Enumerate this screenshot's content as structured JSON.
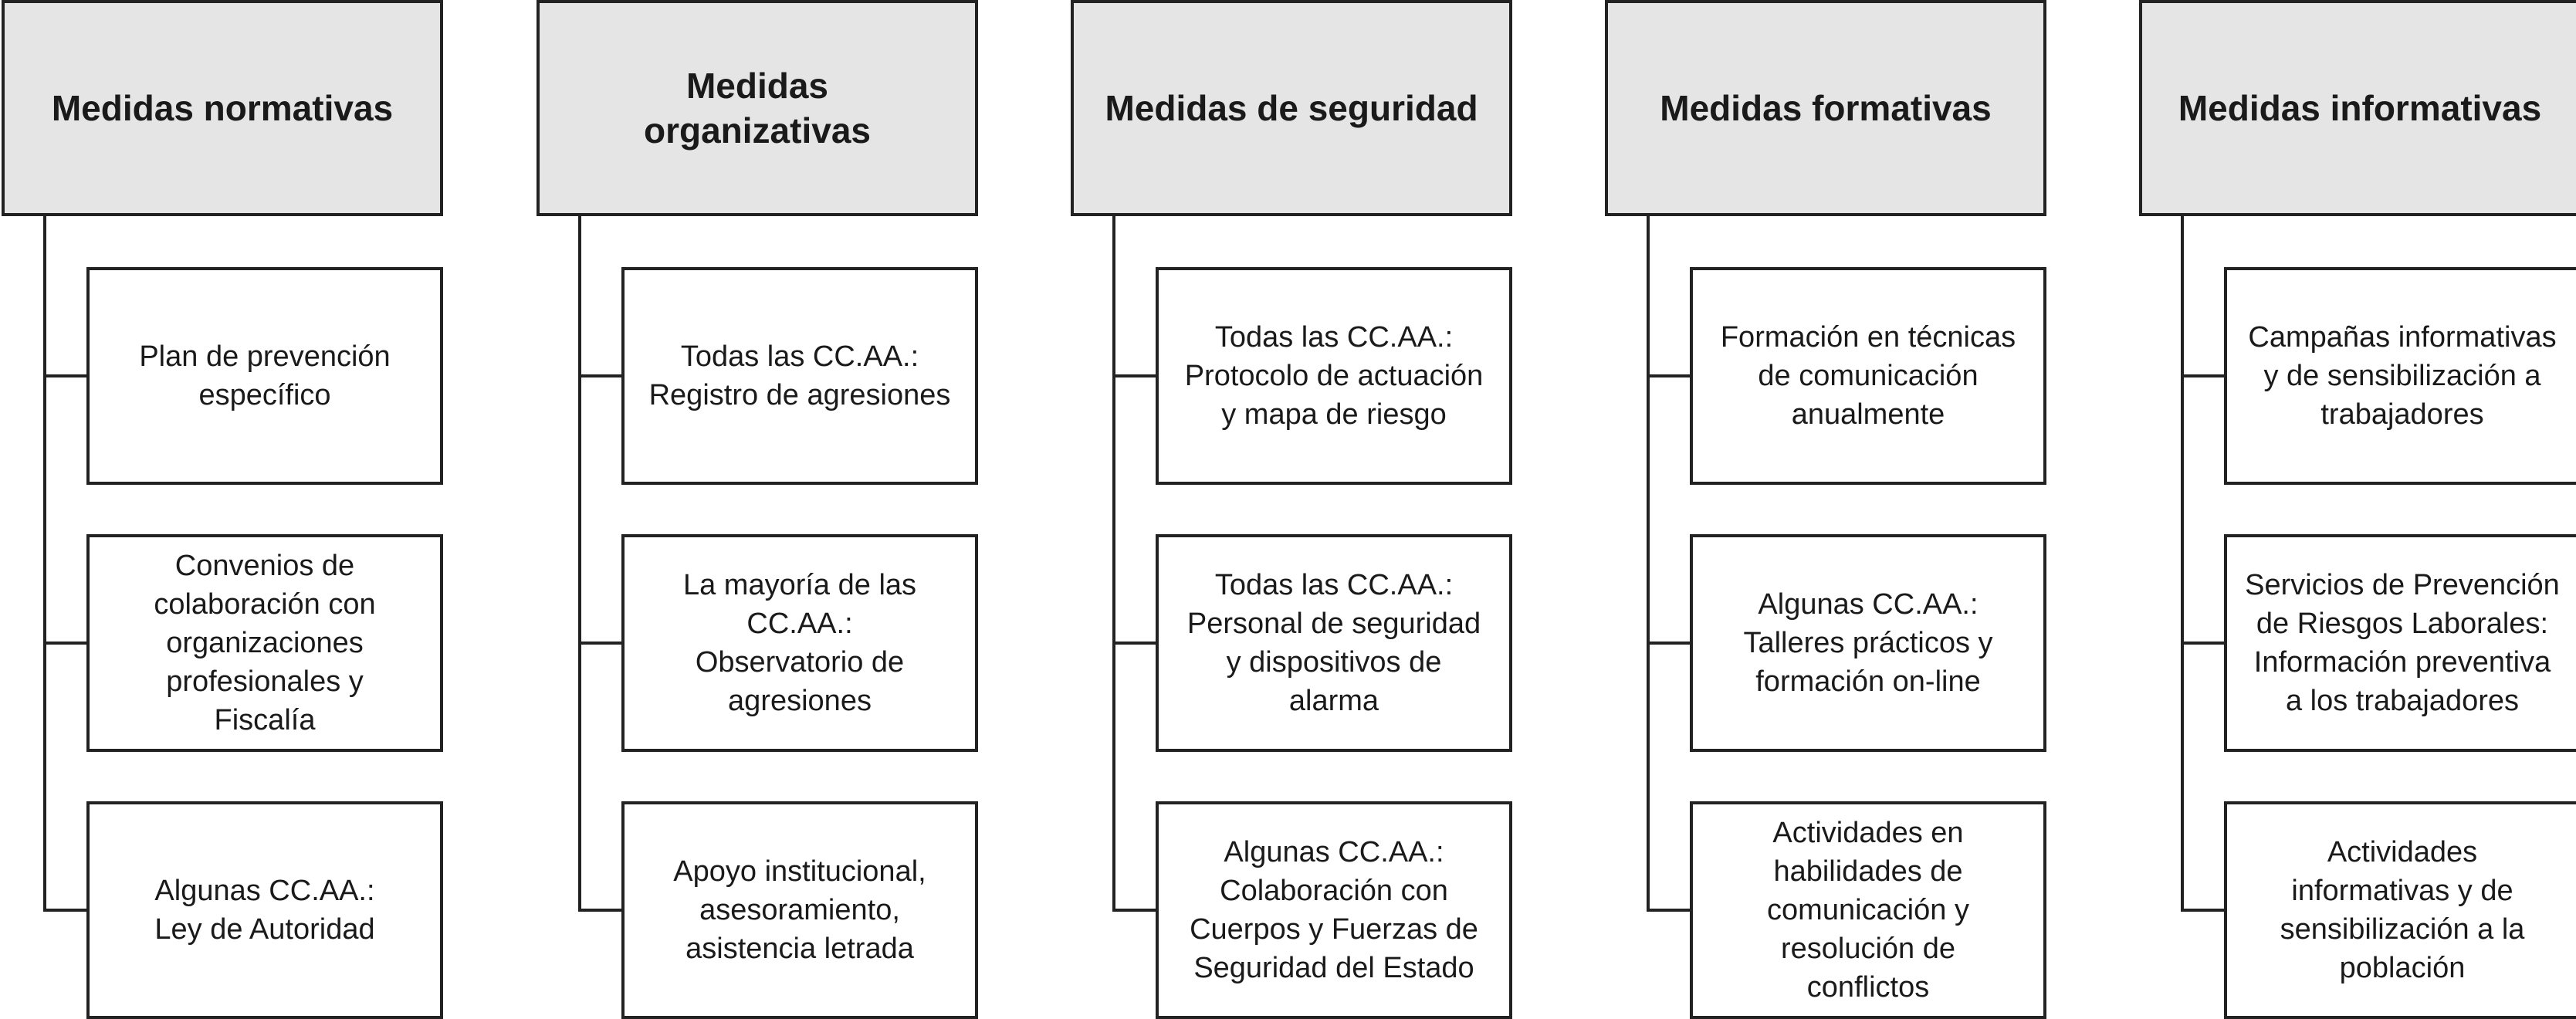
{
  "columns": [
    {
      "title": "Medidas normativas",
      "items": [
        [
          "Plan de prevención",
          "específico"
        ],
        [
          "Convenios de",
          "colaboración con",
          "organizaciones",
          "profesionales y",
          "Fiscalía"
        ],
        [
          "Algunas CC.AA.:",
          "Ley de Autoridad"
        ]
      ]
    },
    {
      "title": "Medidas organizativas",
      "title_lines": [
        "Medidas",
        "organizativas"
      ],
      "items": [
        [
          "Todas las CC.AA.:",
          "Registro de agresiones"
        ],
        [
          "La mayoría de las",
          "CC.AA.:",
          "Observatorio de",
          "agresiones"
        ],
        [
          "Apoyo institucional,",
          "asesoramiento,",
          "asistencia letrada"
        ]
      ]
    },
    {
      "title": "Medidas de seguridad",
      "items": [
        [
          "Todas las CC.AA.:",
          "Protocolo de actuación",
          "y mapa de riesgo"
        ],
        [
          "Todas las CC.AA.:",
          "Personal de seguridad",
          "y dispositivos de",
          "alarma"
        ],
        [
          "Algunas CC.AA.:",
          "Colaboración con",
          "Cuerpos y Fuerzas de",
          "Seguridad del Estado"
        ]
      ]
    },
    {
      "title": "Medidas formativas",
      "items": [
        [
          "Formación en técnicas",
          "de comunicación",
          "anualmente"
        ],
        [
          "Algunas CC.AA.:",
          "Talleres prácticos y",
          "formación on-line"
        ],
        [
          "Actividades en",
          "habilidades de",
          "comunicación y",
          "resolución de",
          "conflictos"
        ]
      ]
    },
    {
      "title": "Medidas informativas",
      "items": [
        [
          "Campañas informativas",
          "y de sensibilización a",
          "trabajadores"
        ],
        [
          "Servicios de Prevención",
          "de Riesgos Laborales:",
          "Información preventiva",
          "a los trabajadores"
        ],
        [
          "Actividades",
          "informativas y de",
          "sensibilización a la",
          "población"
        ]
      ]
    }
  ],
  "colors": {
    "header_fill": "#e5e5e5",
    "line": "#222222",
    "box_fill": "#ffffff"
  }
}
